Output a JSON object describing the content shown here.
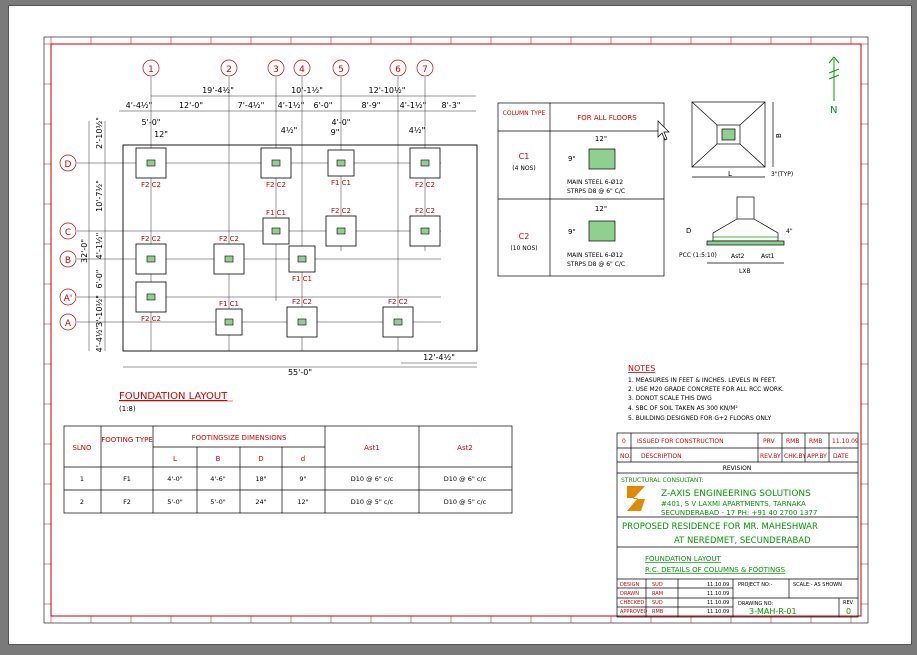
{
  "colors": {
    "border": "#cc0000",
    "green": "#00a000",
    "red": "#d40000",
    "ink": "#000000",
    "hatch": "#8fd08f"
  },
  "north_label": "N",
  "grid": {
    "columns": [
      "1",
      "2",
      "3",
      "4",
      "5",
      "6",
      "7"
    ],
    "rows": [
      "D",
      "C",
      "B",
      "A'",
      "A"
    ]
  },
  "dims": {
    "top": [
      "19'-4½\"",
      "10'-1½\"",
      "12'-10½\""
    ],
    "second": [
      "4'-4½\"",
      "12'-0\"",
      "7'-4½\"",
      "4'-1½\"",
      "6'-0\"",
      "8'-9\"",
      "4'-1½\"",
      "8'-3\""
    ],
    "small_5_0": "5'-0\"",
    "small_12": "12\"",
    "small_4_5": "4½\"",
    "small_9": "9\"",
    "small_4_0": "4'-0\"",
    "left_outer": "32'-0\"",
    "left": [
      "2'-10½\"",
      "10'-7½\"",
      "4'-1½\"",
      "6'-0\"",
      "3'-10½\"",
      "4'-4½\""
    ],
    "bottom_total": "55'-0\"",
    "bottom_right": "12'-4½\""
  },
  "footing_tags": {
    "F1": "F1",
    "F2": "F2",
    "C1": "C1",
    "C2": "C2"
  },
  "plan_title": "FOUNDATION LAYOUT",
  "plan_scale": "(1:8)",
  "column_table": {
    "header_type": "COLUMN TYPE",
    "header_floors": "FOR ALL FLOORS",
    "rows": [
      {
        "type": "C1",
        "count": "(4 NOS)",
        "dim_w": "12\"",
        "dim_h": "9\"",
        "steel": "MAIN STEEL 6-Ø12",
        "strips": "STRPS D8 @ 6\" C/C"
      },
      {
        "type": "C2",
        "count": "(10 NOS)",
        "dim_w": "12\"",
        "dim_h": "9\"",
        "steel": "MAIN STEEL 6-Ø12",
        "strips": "STRPS D8 @ 6\" C/C"
      }
    ]
  },
  "section": {
    "B": "B",
    "L": "L",
    "typ": "3\"(TYP)",
    "D": "D",
    "d4": "4\"",
    "pcc": "PCC (1:5:10)",
    "ast1": "Ast1",
    "ast2": "Ast2",
    "lxb": "LXB"
  },
  "notes": {
    "title": "NOTES",
    "items": [
      "1. MEASURES IN FEET & INCHES. LEVELS IN FEET.",
      "2. USE M20 GRADE CONCRETE FOR ALL RCC WORK.",
      "3. DONOT SCALE THIS DWG",
      "4. SBC OF SOIL TAKEN AS 300 KN/M²",
      "5. BUILDING DESIGNED FOR G+2 FLOORS ONLY"
    ]
  },
  "footing_table": {
    "headers": [
      "SLNO",
      "FOOTING TYPE",
      "FOOTINGSIZE DIMENSIONS",
      "Ast1",
      "Ast2"
    ],
    "sub": [
      "L",
      "B",
      "D",
      "d"
    ],
    "rows": [
      [
        "1",
        "F1",
        "4'-0\"",
        "4'-6\"",
        "18\"",
        "9\"",
        "D10 @ 6\" c/c",
        "D10 @ 6\" c/c"
      ],
      [
        "2",
        "F2",
        "5'-0\"",
        "5'-0\"",
        "24\"",
        "12\"",
        "D10 @ 5\" c/c",
        "D10 @ 5\" c/c"
      ]
    ]
  },
  "title_block": {
    "rev_no": "0",
    "rev_desc": "ISSUED FOR CONSTRUCTION",
    "prv": "PRV",
    "rmb1": "RMB",
    "rmb2": "RMB",
    "rev_date": "11.10.09",
    "h_no": "NO.",
    "h_desc": "DESCRIPTION",
    "h_rev": "REV.BY",
    "h_chk": "CHK.BY",
    "h_app": "APP.BY",
    "h_date": "DATE",
    "revision": "REVISION",
    "consultant_label": "STRUCTURAL CONSULTANT:",
    "firm": "Z-AXIS ENGINEERING SOLUTIONS",
    "addr1": "#401, S V LAXMI APARTMENTS, TARNAKA",
    "addr2": "SECUNDERABAD - 17 PH: +91 40 2700 1377",
    "project1": "PROPOSED RESIDENCE FOR MR. MAHESHWAR",
    "project2": "AT NEREDMET, SECUNDERABAD",
    "dwg1": "FOUNDATION LAYOUT",
    "dwg2": "R.C. DETAILS OF COLUMNS & FOOTINGS",
    "sign_rows": [
      {
        "role": "DESIGN",
        "name": "SUD",
        "date": "11.10.09"
      },
      {
        "role": "DRAWN",
        "name": "RAM",
        "date": "11.10.09"
      },
      {
        "role": "CHECKED",
        "name": "SUD",
        "date": "11.10.09"
      },
      {
        "role": "APPROVED",
        "name": "RMB",
        "date": "11.10.09"
      }
    ],
    "project_no": "PROJECT NO:-",
    "scale": "SCALE:- AS SHOWN",
    "drawing_no": "DRAWING NO:",
    "dwg_number": "3-MAH-R-01",
    "rev_h": "REV.",
    "rev_v": "0"
  }
}
